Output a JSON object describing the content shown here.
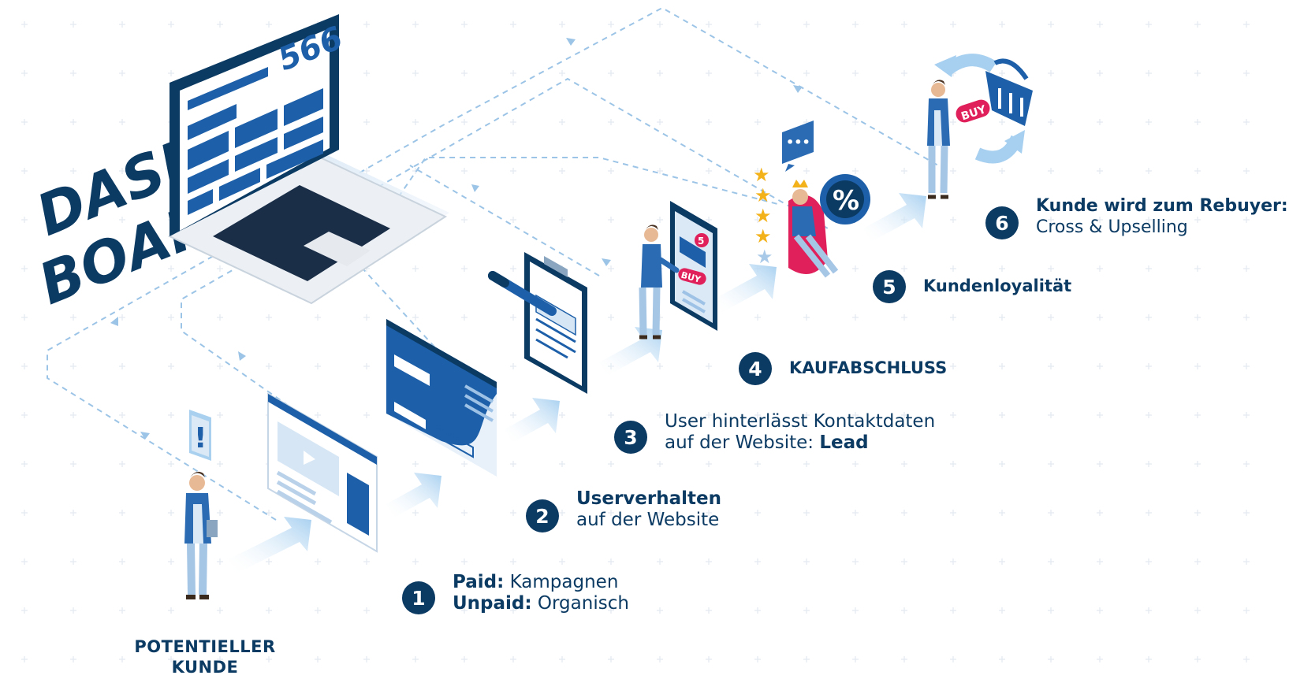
{
  "dashboard": {
    "line1": "DASH",
    "line2": "BOARD",
    "screen_number": "566"
  },
  "start": {
    "line1": "POTENTIELLER",
    "line2": "KUNDE"
  },
  "steps": [
    {
      "number": "1",
      "bold1": "Paid:",
      "text1": " Kampagnen",
      "bold2": "Unpaid:",
      "text2": " Organisch"
    },
    {
      "number": "2",
      "line1": "Userverhalten",
      "line2": "auf der Website"
    },
    {
      "number": "3",
      "line1": "User hinterlässt Kontaktdaten",
      "line2_prefix": "auf der Website: ",
      "line2_bold": "Lead"
    },
    {
      "number": "4",
      "line1": "KAUFABSCHLUSS"
    },
    {
      "number": "5",
      "line1": "Kundenloyalität"
    },
    {
      "number": "6",
      "line1": "Kunde wird zum Rebuyer:",
      "line2": "Cross & Upselling"
    }
  ],
  "icons": {
    "percent": "%",
    "buy": "BUY",
    "cart_count": "5",
    "alert": "!",
    "chat": "•••"
  },
  "colors": {
    "navy": "#0b3a63",
    "blue": "#1d5fa8",
    "light_blue": "#a9d1ef",
    "pink": "#e0205a",
    "star": "#f3b11a"
  }
}
